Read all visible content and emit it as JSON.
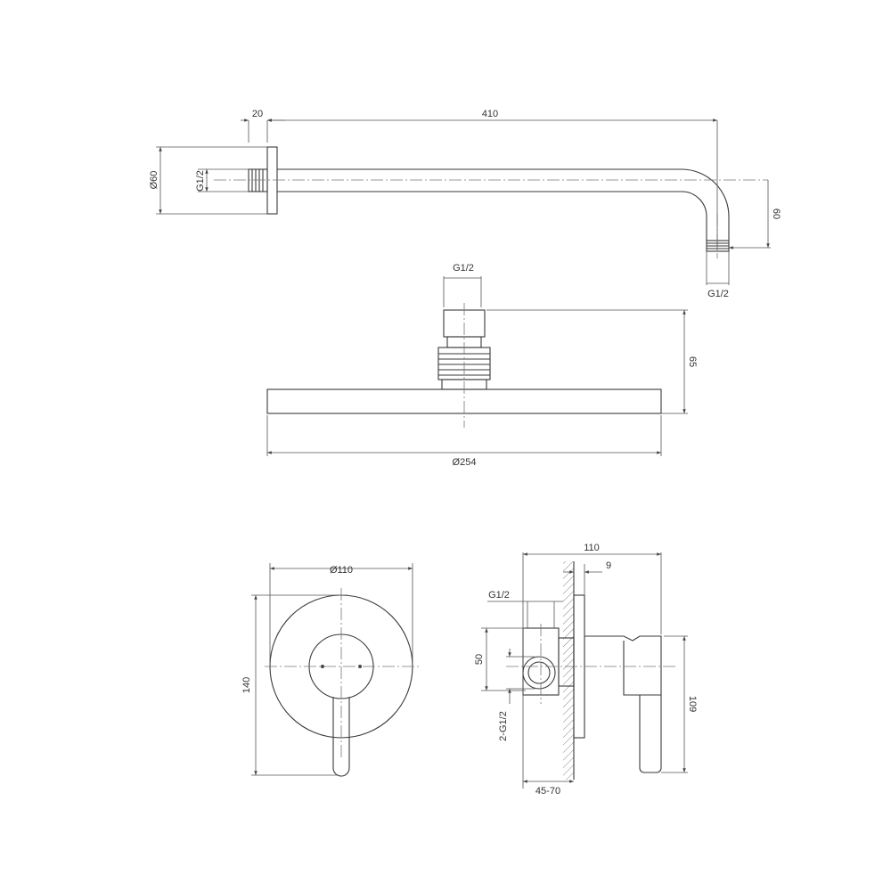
{
  "arm_view": {
    "dim_flange_depth": "20",
    "dim_arm_length": "410",
    "dim_flange_diameter": "Ø60",
    "dim_inlet_thread": "G1/2",
    "dim_drop": "60",
    "dim_outlet_thread": "G1/2"
  },
  "head_view": {
    "dim_thread": "G1/2",
    "dim_height": "65",
    "dim_diameter": "Ø254"
  },
  "mixer_front": {
    "dim_plate_diameter": "Ø110",
    "dim_height": "140"
  },
  "mixer_side": {
    "dim_depth": "110",
    "dim_plate": "9",
    "dim_thread": "G1/2",
    "dim_spacing": "50",
    "dim_connections": "2-G1/2",
    "dim_install_depth": "45-70",
    "dim_height": "109"
  }
}
